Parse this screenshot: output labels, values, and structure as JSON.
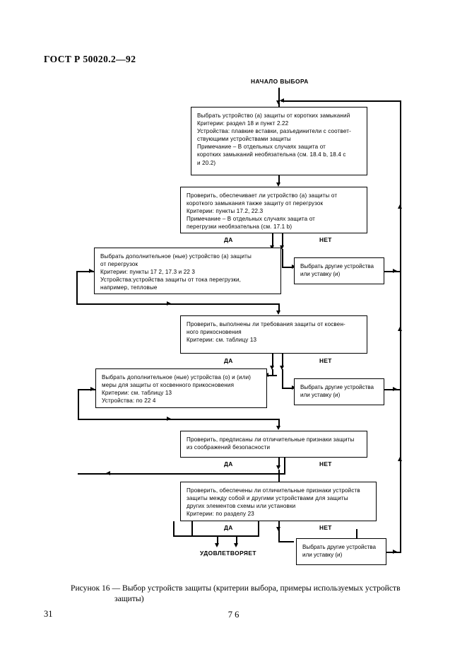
{
  "document": {
    "standard_header": "ГОСТ Р 50020.2—92",
    "page_number": "31",
    "folio": "7 6",
    "figure_caption_line1": "Рисунок 16 — Выбор устройств защиты (критерии выбора, примеры используемых устройств",
    "figure_caption_line2": "защиты)"
  },
  "flowchart": {
    "start_label": "НАЧАЛО ВЫБОРА",
    "end_label": "УДОВЛЕТВОРЯЕТ",
    "yes_label": "ДА",
    "no_label": "НЕТ",
    "nodes": {
      "n1": "Выбрать устройство  (а) защиты от коротких замыканий\nКритерии: раздел 18 и пункт 2.22\nУстройства: плавкие вставки, разъединители с соответ-\nствующими устройствами защиты\nПримечание – В отдельных случаях защита от\nкоротких замыканий необязательна (см. 18.4 b, 18.4 c\nи 20.2)",
      "n2": "Проверить, обеспечивает ли устройство (а) защиты от\nкороткого замыкания также защиту от перегрузок\nКритерии: пункты 17.2, 22.3\nПримечание – В отдельных случаях защита от\nперегрузки необязательна (см. 17.1 b)",
      "n3": "Выбрать дополнительное (ные) устройство (а) защиты\nот перегрузок\nКритерии: пункты 17 2, 17.3 и 22 3\nУстройства:устройства защиты от тока перегрузки,\nнапример, тепловые",
      "n4": "Проверить, выполнены ли требования защиты от косвен-\nного прикосновения\nКритерии: см. таблицу 13",
      "n5": "Выбрать дополнительное (ные) устройства (о) и (или)\nмеры для защиты от косвенного прикосновения\nКритерии: см. таблицу 13\nУстройства: по 22 4",
      "n6": "Проверить, предписаны ли отличительные признаки защиты\nиз соображений безопасности",
      "n7": "Проверить, обеспечены ли отличительные признаки устройств\nзащиты между собой и другими устройствами для защиты\nдругих элементов схемы или установки\nКритерии: по разделу 23",
      "alt1": "Выбрать другие устройства\nили уставку (и)",
      "alt2": "Выбрать другие устройства\nили уставку (и)",
      "alt3": "Выбрать другие устройства\nили уставку (и)"
    }
  }
}
